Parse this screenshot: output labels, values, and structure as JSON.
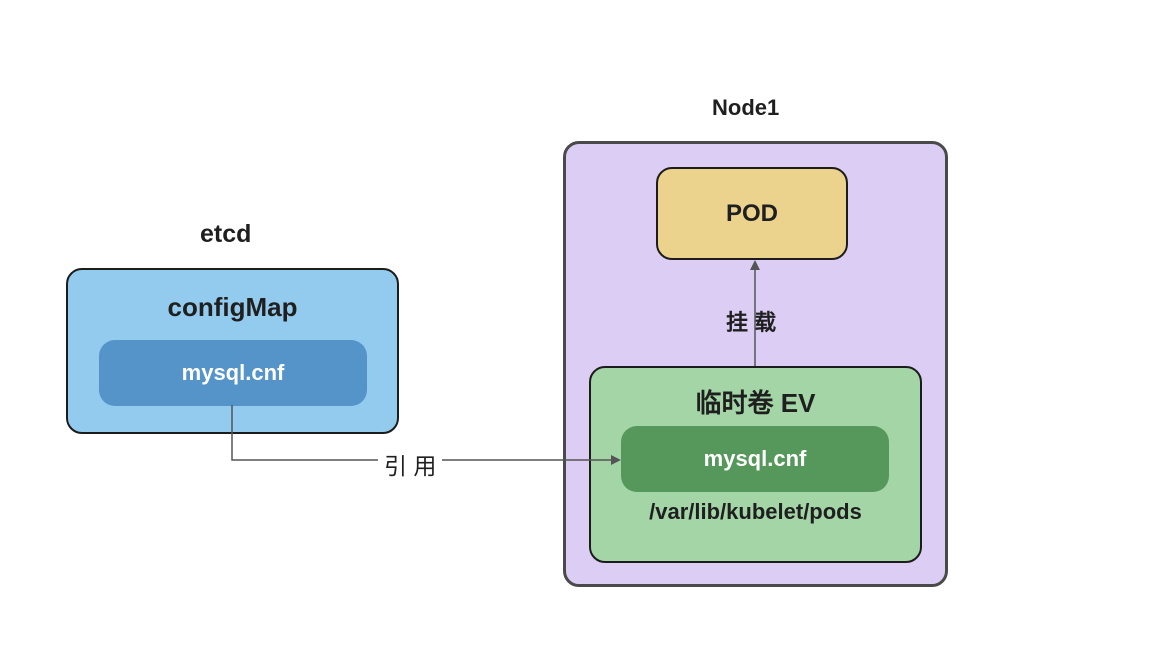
{
  "etcd": {
    "title": "etcd",
    "configmap_title": "configMap",
    "file": "mysql.cnf"
  },
  "node": {
    "title": "Node1",
    "pod_label": "POD",
    "mount_label": "挂 载",
    "volume_title": "临时卷 EV",
    "volume_file": "mysql.cnf",
    "volume_path": "/var/lib/kubelet/pods"
  },
  "reference_label": "引 用",
  "colors": {
    "etcd_box": "#93cbef",
    "etcd_file": "#5594c9",
    "node_box": "#dccdf4",
    "pod_box": "#ebd38e",
    "volume_box": "#a3d5a6",
    "volume_file": "#56985b",
    "arrow": "#555555"
  }
}
